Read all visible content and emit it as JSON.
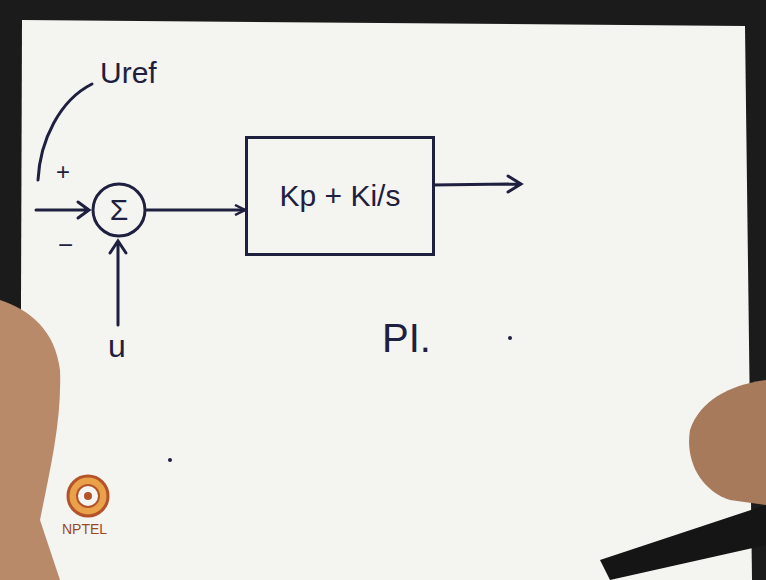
{
  "diagram": {
    "nodes": [
      {
        "text": [
          "Σ"
        ]
      },
      {
        "text": [
          "Kp + Ki/s"
        ]
      }
    ],
    "edges": [
      {
        "from": 0,
        "to": 1,
        "arrow": "to"
      }
    ],
    "labels": [
      "Uref",
      "+",
      "−",
      "u",
      "PI.",
      "NPTEL"
    ]
  }
}
